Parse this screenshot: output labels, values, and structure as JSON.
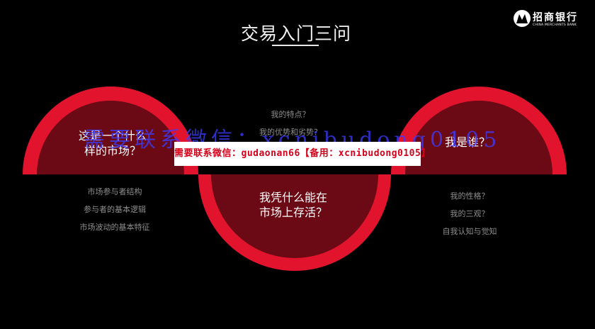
{
  "slide": {
    "title": "交易入门三问",
    "logo": {
      "name": "招商银行",
      "subtitle": "CHINA MERCHANTS BANK"
    },
    "circles": [
      {
        "label_lines": [
          "这是一个什么",
          "样的市场？"
        ]
      },
      {
        "label_lines": [
          "我凭什么能在",
          "市场上存活？"
        ]
      },
      {
        "label_lines": [
          "我是谁？"
        ]
      }
    ],
    "left_list": [
      "市场参与者结构",
      "参与者的基本逻辑",
      "市场波动的基本特征"
    ],
    "middle_list": [
      "我的特点？",
      "我的优势和劣势？"
    ],
    "right_list": [
      "我的性格？",
      "我的三观？",
      "自我认知与觉知"
    ]
  },
  "watermark": {
    "box_text": "需要联系微信：gudaonan66【备用：xcnibudong0105】",
    "overlay_text": "需要联系微信：xcnibudong0105"
  },
  "colors": {
    "background": "#000000",
    "ring_red": "#e2142d",
    "fill_dark_red": "#6b0a14",
    "grey_text": "#8e8e8e"
  }
}
